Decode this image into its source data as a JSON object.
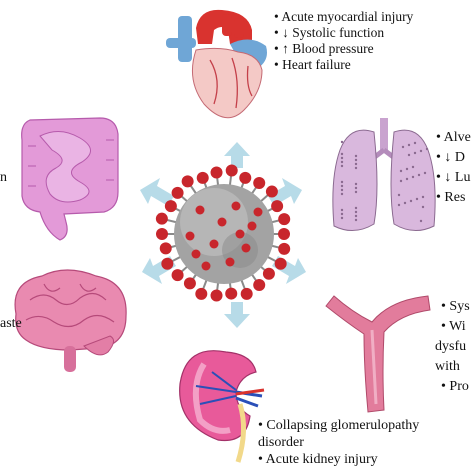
{
  "heart": {
    "lines": [
      "• Acute myocardial injury",
      "• ↓ Systolic function",
      "• ↑ Blood pressure",
      "• Heart failure"
    ]
  },
  "lungs": {
    "lines": [
      "• Alve",
      "• ↓ D",
      "• ↓ Lu",
      "• Res"
    ]
  },
  "intestine": {
    "lines": [
      "n"
    ]
  },
  "brain": {
    "lines": [
      "aste"
    ]
  },
  "vessel": {
    "lines": [
      "• Sys",
      "• Wi",
      "dysfu",
      "with",
      "• Pro"
    ]
  },
  "kidney": {
    "lines": [
      "•  Collapsing  glomerulopathy",
      "disorder",
      "• Acute kidney injury"
    ]
  },
  "colors": {
    "arrow": "#b7dbe8",
    "virus_body": "#9e9e9e",
    "virus_spike": "#c8262c",
    "heart_red": "#d9332f",
    "heart_blue": "#6fa6d6",
    "heart_pink": "#f4c9c6",
    "lung_fill": "#d9b8dd",
    "intestine_fill": "#e39ad8",
    "brain_fill": "#e98ab0",
    "vessel_fill": "#e27c9c",
    "kidney_fill": "#e85a9a"
  }
}
